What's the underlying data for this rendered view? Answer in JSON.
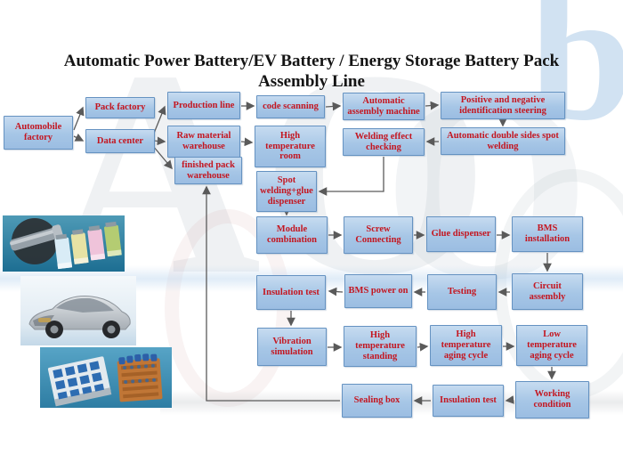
{
  "title": {
    "line1": "Automatic Power Battery/EV Battery / Energy Storage Battery Pack",
    "line2": "Assembly Line"
  },
  "watermark": {
    "letters": "AO",
    "letter_o": "O",
    "lab": "b"
  },
  "colors": {
    "node_fill": "#a6c6e6",
    "node_border": "#6592c1",
    "node_text": "#c41620",
    "arrow": "#5a5a5a",
    "title_text": "#141414"
  },
  "nodes": [
    {
      "id": "automobile-factory",
      "label": "Automobile factory"
    },
    {
      "id": "pack-factory",
      "label": "Pack factory"
    },
    {
      "id": "data-center",
      "label": "Data center"
    },
    {
      "id": "production-line",
      "label": "Production line"
    },
    {
      "id": "raw-material-warehouse",
      "label": "Raw material warehouse"
    },
    {
      "id": "finished-pack-warehouse",
      "label": "finished pack warehouse"
    },
    {
      "id": "code-scanning",
      "label": "code scanning"
    },
    {
      "id": "high-temperature-room",
      "label": "High temperature room"
    },
    {
      "id": "spot-welding-glue-dispenser",
      "label": "Spot welding+glue dispenser"
    },
    {
      "id": "module-combination",
      "label": "Module combination"
    },
    {
      "id": "insulation-test",
      "label": "Insulation test"
    },
    {
      "id": "vibration-simulation",
      "label": "Vibration simulation"
    },
    {
      "id": "automatic-assembly-machine",
      "label": "Automatic assembly machine"
    },
    {
      "id": "welding-effect-checking",
      "label": "Welding effect checking"
    },
    {
      "id": "screw-connecting",
      "label": "Screw Connecting"
    },
    {
      "id": "bms-power-on",
      "label": "BMS power on"
    },
    {
      "id": "high-temperature-standing",
      "label": "High temperature standing"
    },
    {
      "id": "sealing-box",
      "label": "Sealing box"
    },
    {
      "id": "positive-negative-identification-steering",
      "label": "Positive and negative identification steering"
    },
    {
      "id": "automatic-double-sides-spot-welding",
      "label": "Automatic double sides spot welding"
    },
    {
      "id": "glue-dispenser",
      "label": "Glue dispenser"
    },
    {
      "id": "testing",
      "label": "Testing"
    },
    {
      "id": "high-temperature-aging-cycle",
      "label": "High temperature aging cycle"
    },
    {
      "id": "insulation-test-final",
      "label": "Insulation test"
    },
    {
      "id": "bms-installation",
      "label": "BMS installation"
    },
    {
      "id": "circuit-assembly",
      "label": "Circuit assembly"
    },
    {
      "id": "low-temperature-aging-cycle",
      "label": "Low temperature aging cycle"
    },
    {
      "id": "working-condition",
      "label": "Working condition"
    }
  ],
  "images": [
    {
      "name": "battery-cells-photo"
    },
    {
      "name": "ev-car-cutaway-photo"
    },
    {
      "name": "battery-pack-modules-photo"
    }
  ]
}
